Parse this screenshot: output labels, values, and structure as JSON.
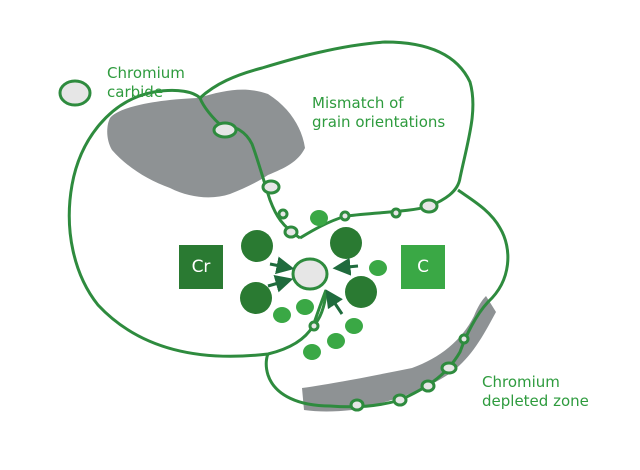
{
  "labels": {
    "chromium_carbide": "Chromium\ncarbide",
    "mismatch": "Mismatch of\ngrain orientations",
    "depleted_zone": "Chromium\ndepleted zone"
  },
  "elements": {
    "chromium_symbol": "Cr",
    "carbon_symbol": "C"
  },
  "colors": {
    "grain_boundary": "#2e8b3e",
    "label_text": "#2e9b3e",
    "chromium": "#2a7a32",
    "carbon": "#3aa845",
    "depleted_zone": "#8e9294",
    "carbide_fill": "#e6e6e6",
    "arrow": "#1f6b3d"
  }
}
